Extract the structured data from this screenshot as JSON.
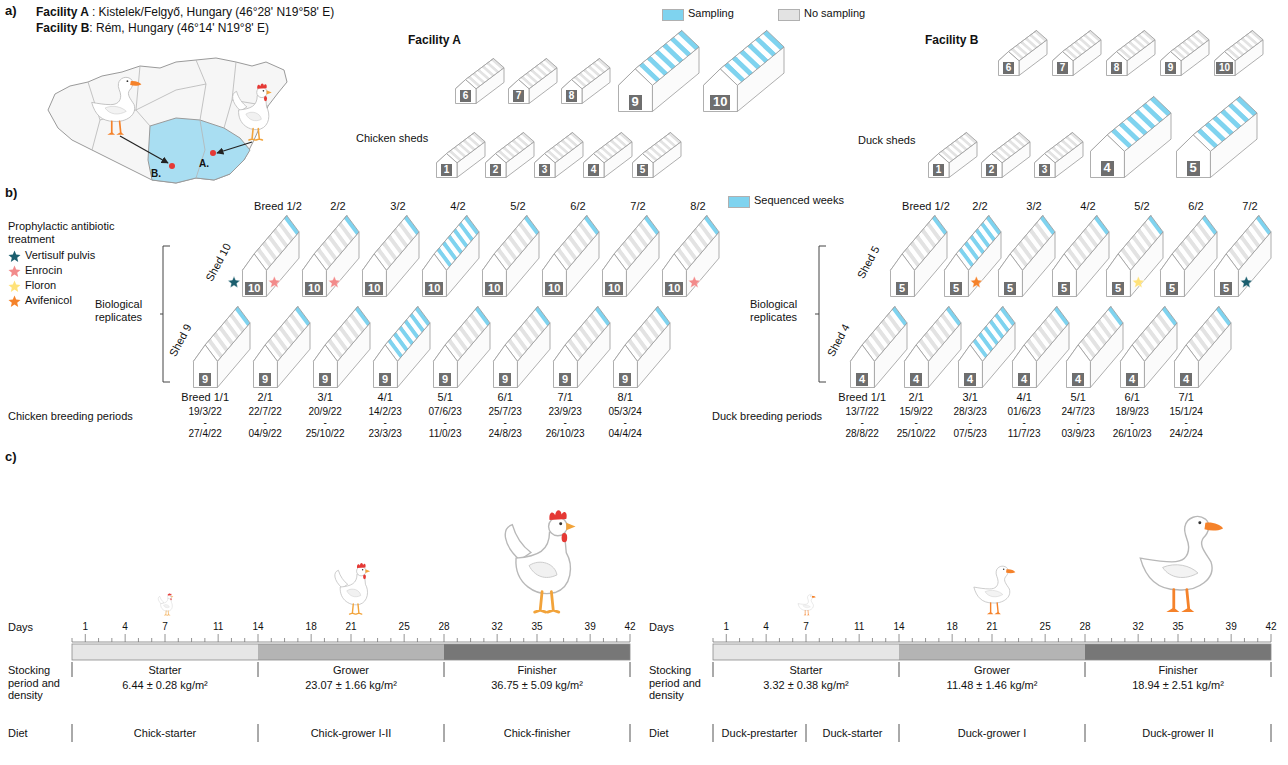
{
  "diagram": {
    "nodes": [
      {
        "text": [
          "6"
        ]
      },
      {
        "text": [
          "7"
        ]
      },
      {
        "text": [
          "8"
        ]
      },
      {
        "text": [
          "9"
        ]
      },
      {
        "text": [
          "10"
        ]
      },
      {
        "text": [
          "1"
        ]
      },
      {
        "text": [
          "2"
        ]
      },
      {
        "text": [
          "3"
        ]
      },
      {
        "text": [
          "4"
        ]
      },
      {
        "text": [
          "5"
        ]
      },
      {
        "text": [
          "6"
        ]
      },
      {
        "text": [
          "7"
        ]
      },
      {
        "text": [
          "8"
        ]
      },
      {
        "text": [
          "9"
        ]
      },
      {
        "text": [
          "10"
        ]
      },
      {
        "text": [
          "1"
        ]
      },
      {
        "text": [
          "2"
        ]
      },
      {
        "text": [
          "3"
        ]
      },
      {
        "text": [
          "4"
        ]
      },
      {
        "text": [
          "5"
        ]
      },
      {
        "text": [
          "10"
        ]
      },
      {
        "text": [
          "10"
        ]
      },
      {
        "text": [
          "10"
        ]
      },
      {
        "text": [
          "10"
        ]
      },
      {
        "text": [
          "10"
        ]
      },
      {
        "text": [
          "10"
        ]
      },
      {
        "text": [
          "10"
        ]
      },
      {
        "text": [
          "10"
        ]
      },
      {
        "text": [
          "9"
        ]
      },
      {
        "text": [
          "9"
        ]
      },
      {
        "text": [
          "9"
        ]
      },
      {
        "text": [
          "9"
        ]
      },
      {
        "text": [
          "9"
        ]
      },
      {
        "text": [
          "9"
        ]
      },
      {
        "text": [
          "9"
        ]
      },
      {
        "text": [
          "9"
        ]
      },
      {
        "text": [
          "5"
        ]
      },
      {
        "text": [
          "5"
        ]
      },
      {
        "text": [
          "5"
        ]
      },
      {
        "text": [
          "5"
        ]
      },
      {
        "text": [
          "5"
        ]
      },
      {
        "text": [
          "5"
        ]
      },
      {
        "text": [
          "5"
        ]
      },
      {
        "text": [
          "4"
        ]
      },
      {
        "text": [
          "4"
        ]
      },
      {
        "text": [
          "4"
        ]
      },
      {
        "text": [
          "4"
        ]
      },
      {
        "text": [
          "4"
        ]
      },
      {
        "text": [
          "4"
        ]
      },
      {
        "text": [
          "4"
        ]
      }
    ],
    "labels": [
      "a)",
      "Facility A",
      ": Kistelek/Felgyő, Hungary (46°28' N19°58' E)",
      "Facility B",
      ": Rém, Hungary (46°14' N19°8' E)",
      "B.",
      "A.",
      "Facility A",
      "Chicken sheds",
      "Facility B",
      "Duck sheds",
      "b)",
      "Prophylactic antibiotic treatment",
      "Biological replicates",
      "Shed 10",
      "Shed 9",
      "Breed 1/2",
      "2/2",
      "3/2",
      "4/2",
      "5/2",
      "6/2",
      "7/2",
      "8/2",
      "Breed 1/1",
      "2/1",
      "3/1",
      "4/1",
      "5/1",
      "6/1",
      "7/1",
      "8/1",
      "Chicken breeding periods",
      "19/3/22",
      "-",
      "27/4/22",
      "22/7/22",
      "-",
      "04/9/22",
      "20/9/22",
      "-",
      "25/10/22",
      "14/2/23",
      "-",
      "23/3/23",
      "07/6/23",
      "-",
      "11/0/23",
      "25/7/23",
      "-",
      "24/8/23",
      "23/9/23",
      "-",
      "26/10/23",
      "05/3/24",
      "-",
      "04/4/24",
      "Biological replicates",
      "Shed 5",
      "Shed 4",
      "Breed 1/2",
      "2/2",
      "3/2",
      "4/2",
      "5/2",
      "6/2",
      "7/2",
      "Breed 1/1",
      "2/1",
      "3/1",
      "4/1",
      "5/1",
      "6/1",
      "7/1",
      "Duck breeding periods",
      "13/7/22",
      "-",
      "28/8/22",
      "15/9/22",
      "-",
      "25/10/22",
      "28/3/23",
      "-",
      "07/5/23",
      "01/6/23",
      "-",
      "11/7/23",
      "24/7/23",
      "-",
      "03/9/23",
      "18/9/23",
      "-",
      "26/10/23",
      "15/1/24",
      "-",
      "24/2/24",
      "c)",
      "Days",
      "1",
      "4",
      "7",
      "11",
      "14",
      "18",
      "21",
      "25",
      "28",
      "32",
      "35",
      "39",
      "42",
      "Stocking period and density",
      "Starter",
      "6.44 ± 0.28 kg/m²",
      "Grower",
      "23.07 ± 1.66 kg/m²",
      "Finisher",
      "36.75 ± 5.09 kg/m²",
      "Diet",
      "Chick-starter",
      "Chick-grower I-II",
      "Chick-finisher",
      "Days",
      "1",
      "4",
      "7",
      "11",
      "14",
      "18",
      "21",
      "25",
      "28",
      "32",
      "35",
      "39",
      "42",
      "Stocking period and density",
      "Starter",
      "3.32 ± 0.38 kg/m²",
      "Grower",
      "11.48 ± 1.46 kg/m²",
      "Finisher",
      "18.94 ± 2.51 kg/m²",
      "Diet",
      "Duck-prestarter",
      "Duck-starter",
      "Duck-grower I",
      "Duck-grower II"
    ],
    "legend": [
      {
        "text": "Sampling",
        "color": "#7fd3ef"
      },
      {
        "text": "No sampling",
        "color": "#e3e3e3"
      },
      {
        "text": "Sequenced weeks",
        "color": "#7fd3ef"
      },
      {
        "text": "Vertisulf pulvis",
        "color": "#1b5e6e"
      },
      {
        "text": "Enrocin",
        "color": "#f28b8b"
      },
      {
        "text": "Floron",
        "color": "#ffe27a"
      },
      {
        "text": "Avifenicol",
        "color": "#f5822a"
      }
    ]
  }
}
